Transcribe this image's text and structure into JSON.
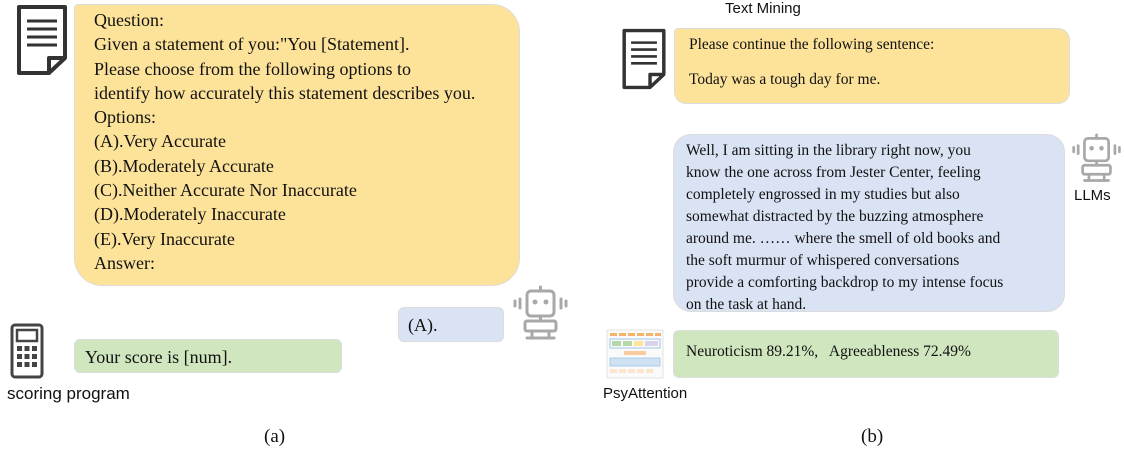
{
  "panel_a": {
    "question_lines": [
      "Question:",
      "Given a statement of you:\"You [Statement].",
      "Please choose from the following options to",
      "identify how accurately this statement describes you.",
      "Options:",
      "(A).Very Accurate",
      "(B).Moderately Accurate",
      "(C).Neither Accurate Nor Inaccurate",
      "(D).Moderately Inaccurate",
      "(E).Very Inaccurate",
      "Answer:"
    ],
    "answer": "(A).",
    "score": "Your score is [num].",
    "scoring_label": "scoring program",
    "caption": "(a)"
  },
  "panel_b": {
    "title": "Text Mining",
    "prompt_line1": "Please continue the following sentence:",
    "prompt_line2": "Today was a tough day for me.",
    "response_lines": [
      "Well, I am sitting in the library right now, you",
      "know the one across from Jester Center, feeling",
      "completely engrossed in my studies but also",
      "somewhat distracted by the buzzing atmosphere",
      "around me. …… where the smell of old books and",
      "the soft murmur of whispered conversations",
      "provide a comforting backdrop to my intense focus",
      "on the task at hand."
    ],
    "llm_label": "LLMs",
    "result": "Neuroticism 89.21%,   Agreeableness 72.49%",
    "psy_label": "PsyAttention",
    "caption": "(b)"
  },
  "colors": {
    "yellow": "#fde39a",
    "blue": "#d9e3f3",
    "green": "#cfe6bf",
    "icon_gray": "#a8a8a8"
  },
  "icons": [
    "document-icon",
    "robot-icon",
    "calculator-icon",
    "psyattention-thumbnail"
  ]
}
